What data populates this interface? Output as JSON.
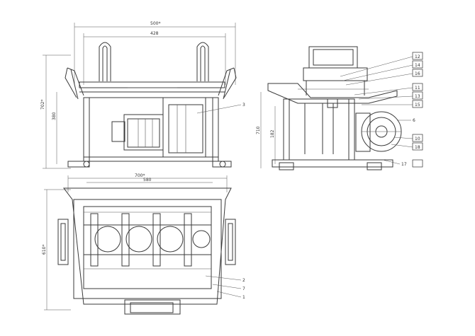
{
  "front_view": {
    "dim_top": "500*",
    "dim_inner": "428",
    "dim_left_outer": "702*",
    "dim_left_inner": "380",
    "callout": "3"
  },
  "side_view": {
    "dim_height_outer": "710",
    "dim_height_inner": "182",
    "callouts": [
      "12",
      "14",
      "16",
      "11",
      "13",
      "15",
      "6",
      "10",
      "18",
      "17"
    ]
  },
  "plan_view": {
    "dim_top_outer": "700*",
    "dim_top_inner": "580",
    "dim_left": "610*",
    "callouts": [
      "2",
      "7",
      "1"
    ]
  }
}
